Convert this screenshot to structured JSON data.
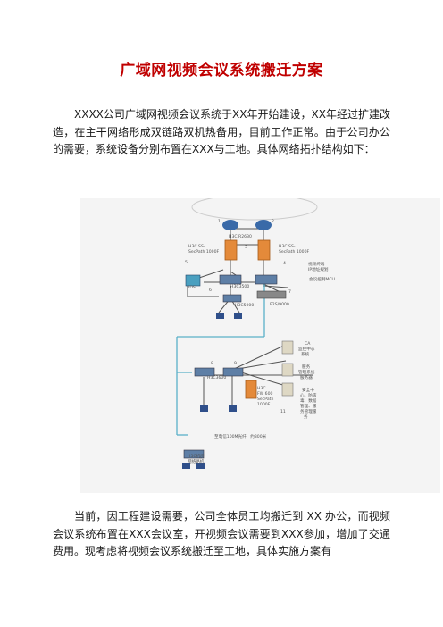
{
  "document": {
    "title": "广域网视频会议系统搬迁方案",
    "paragraph1": "XXXX公司广域网视频会议系统于XX年开始建设，XX年经过扩建改造，在主干网络形成双链路双机热备用，目前工作正常。由于公司办公的需要，系统设备分别布置在XXX与工地。具体网络拓扑结构如下：",
    "paragraph2": "当前，因工程建设需要，公司全体员工均搬迁到 XX 办公，而视频会议系统布置在XXX会议室，开视频会议需要到XXX参加，增加了交通费用。现考虑将视频会议系统搬迁至工地，具体实施方案有"
  },
  "diagram": {
    "labels": {
      "n1": "1",
      "n2": "2",
      "r_top": "H3C R2630",
      "fw1": "H3C  SS-\nSecPath  1000F",
      "fw2": "H3C  SS-\nSecPath  1000F",
      "n3": "3",
      "n4": "4",
      "n5": "5",
      "core1": "H3C3500",
      "lan_note1": "视频终端",
      "lan_note2": "IP地址规划",
      "mcu_note": "会议控制MCU",
      "mcu": "P2S/9000",
      "n6": "6",
      "n7": "7",
      "sw3": "H3C5000",
      "ids": "IDS",
      "sw_bottom": "H3C3600",
      "srv1": "CA\n监控中心\n系统",
      "srv2": "服务\n管理系统\n服务器",
      "srv3": "安全中\n心，防病\n毒、数据\n管理、服\n务管理服\n务",
      "fw3": "H3C\nFW 600\nSecPath\n1000F",
      "n11": "11",
      "n8": "8",
      "n9": "9",
      "link_note": "至电信100M光纤　约300米",
      "remote": "H3C机房\n网络路机"
    }
  }
}
